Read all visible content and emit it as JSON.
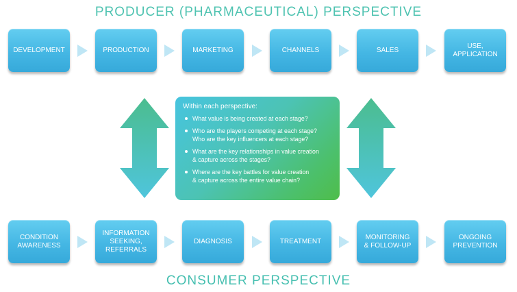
{
  "producer": {
    "title": "PRODUCER (PHARMACEUTICAL) PERSPECTIVE",
    "stages": [
      {
        "label": "DEVELOPMENT"
      },
      {
        "label": "PRODUCTION"
      },
      {
        "label": "MARKETING"
      },
      {
        "label": "CHANNELS"
      },
      {
        "label": "SALES"
      },
      {
        "label": "USE, APPLICATION"
      }
    ]
  },
  "consumer": {
    "title": "CONSUMER PERSPECTIVE",
    "stages": [
      {
        "label": "CONDITION AWARENESS"
      },
      {
        "label": "INFORMATION SEEKING, REFERRALS"
      },
      {
        "label": "DIAGNOSIS"
      },
      {
        "label": "TREATMENT"
      },
      {
        "label": "MONITORING & FOLLOW-UP"
      },
      {
        "label": "ONGOING PREVENTION"
      }
    ]
  },
  "panel": {
    "heading": "Within each perspective:",
    "questions": [
      {
        "l1": "What value is being created at each stage?",
        "l2": ""
      },
      {
        "l1": "Who are the players competing at each stage?",
        "l2": "Who are the key influencers at each stage?"
      },
      {
        "l1": "What are the key relationships in value creation",
        "l2": "& capture across the stages?"
      },
      {
        "l1": "Where are the key battles for value creation",
        "l2": "& capture across the entire value chain?"
      }
    ]
  },
  "colors": {
    "producer_title": "#4fc3b1",
    "consumer_title": "#46bfb0",
    "stage_box": "#45b7e4",
    "chevron": "#bfe6f5",
    "arrow_top": "#4bbd8f",
    "arrow_bottom": "#4fc5dc"
  },
  "icons": {
    "chevron": "chevron-right-icon",
    "double_arrow": "vertical-double-arrow-icon"
  }
}
